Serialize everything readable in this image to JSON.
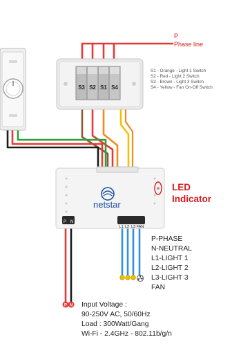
{
  "labels": {
    "phase_p": "P",
    "phase_line": "Phase line",
    "led_line1": "LED",
    "led_line2": "Indicator",
    "brand": "netstar"
  },
  "switch_legend": [
    "S1 - Orange - Light 1 Switch",
    "S2 - Red - Light 2 Switch",
    "S3 - Brown - Light 3 Switch",
    "S4 - Yellow - Fan On-Off Switch"
  ],
  "switches": [
    "S3",
    "S2",
    "S1",
    "S4"
  ],
  "module_pins": {
    "left": [
      "P",
      "N"
    ],
    "right": [
      "L1",
      "L2",
      "L3",
      "FAN"
    ]
  },
  "end_markers": [
    "P",
    "N"
  ],
  "terminal_legend": [
    "P-PHASE",
    "N-NEUTRAL",
    "L1-LIGHT 1",
    "L2-LIGHT 2",
    "L3-LIGHT 3",
    "FAN"
  ],
  "specs": [
    "Input Voltage :",
    "90-250V AC, 50/60Hz",
    "Load : 300Watt/Gang",
    "Wi-Fi - 2.4GHz - 802.11b/g/n"
  ],
  "wire_colors": {
    "red": "#e53935",
    "green": "#2e9e3a",
    "black": "#1a1a1a",
    "orange": "#f08a1c",
    "brown": "#8d5a35",
    "yellow": "#f2c200",
    "blue": "#2f8fe0",
    "accent_red": "#d81b1b"
  }
}
